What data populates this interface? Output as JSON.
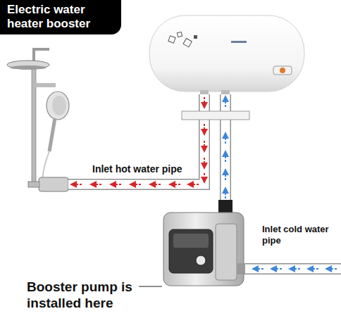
{
  "diagram": {
    "title": "Electric water heater booster",
    "labels": [
      "Inlet hot water pipe",
      "Inlet cold water pipe",
      "Booster pump is installed here"
    ]
  }
}
